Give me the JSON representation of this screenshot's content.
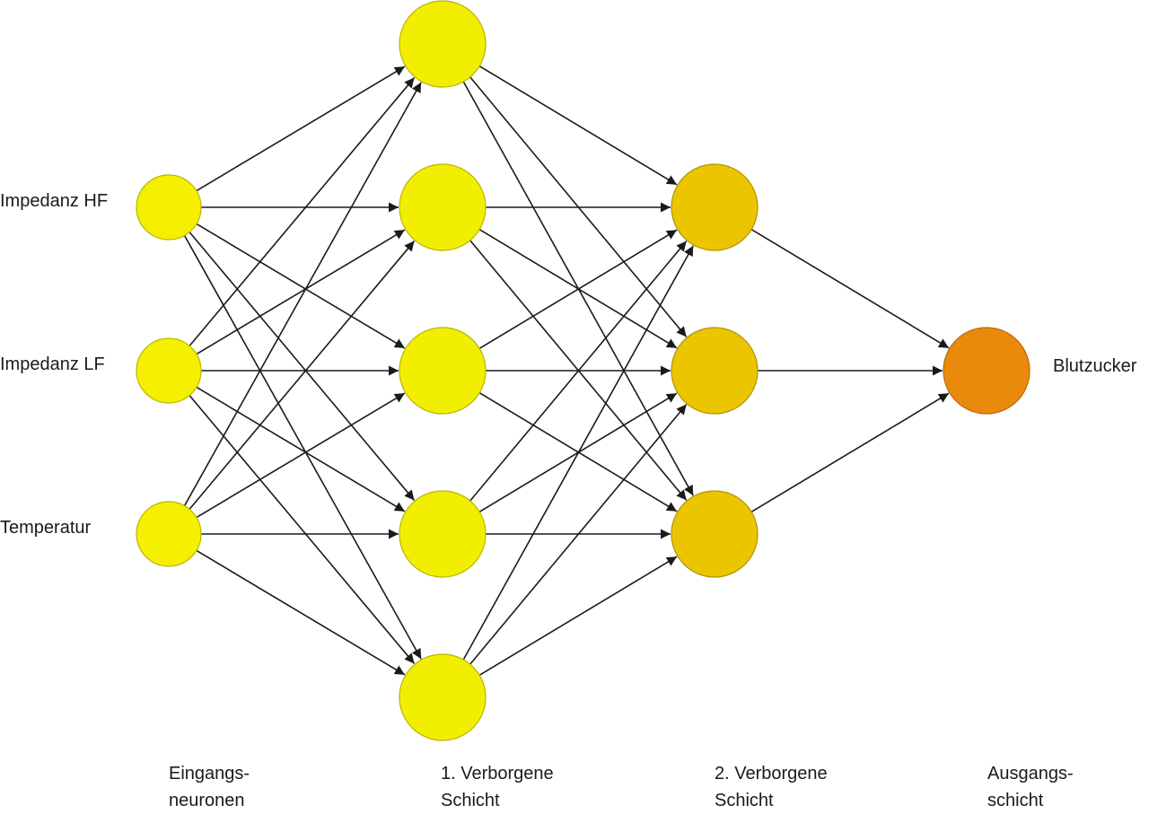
{
  "input_labels": [
    "Impedanz HF",
    "Impedanz LF",
    "Temperatur"
  ],
  "output_labels": [
    "Blutzucker"
  ],
  "layer_captions": [
    {
      "line1": "Eingangs-",
      "line2": "neuronen"
    },
    {
      "line1": "1. Verborgene",
      "line2": "Schicht"
    },
    {
      "line1": "2. Verborgene",
      "line2": "Schicht"
    },
    {
      "line1": "Ausgangs-",
      "line2": "schicht"
    }
  ],
  "network": {
    "layer_sizes": [
      3,
      5,
      3,
      1
    ],
    "connectivity": "fully-connected",
    "edge_style": "arrow"
  },
  "colors": {
    "input_fill": "#f5ef00",
    "input_stroke": "#bdb600",
    "hidden1_fill": "#f2ee00",
    "hidden1_stroke": "#b9b400",
    "hidden2_fill": "#ebc500",
    "hidden2_stroke": "#b09300",
    "output_fill": "#ea8a0c",
    "output_stroke": "#b86c08",
    "edge": "#1a1a1a"
  }
}
